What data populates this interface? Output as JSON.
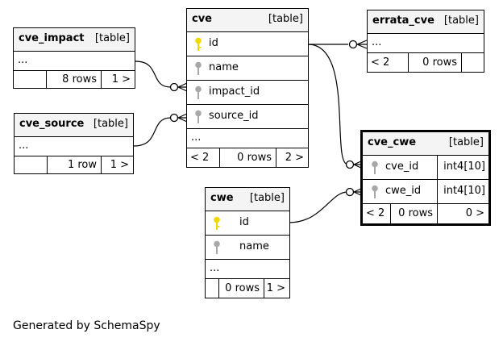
{
  "caption": "Generated by SchemaSpy",
  "tables": {
    "cve_impact": {
      "name": "cve_impact",
      "kind": "[table]",
      "rows": [
        "..."
      ],
      "footer": [
        "",
        "8 rows",
        "1 >"
      ]
    },
    "cve_source": {
      "name": "cve_source",
      "kind": "[table]",
      "rows": [
        "..."
      ],
      "footer": [
        "",
        "1 row",
        "1 >"
      ]
    },
    "cve": {
      "name": "cve",
      "kind": "[table]",
      "columns": [
        "id",
        "name",
        "impact_id",
        "source_id"
      ],
      "ellipsis": "...",
      "footer": [
        "< 2",
        "0 rows",
        "2 >"
      ]
    },
    "errata_cve": {
      "name": "errata_cve",
      "kind": "[table]",
      "rows": [
        "..."
      ],
      "footer": [
        "< 2",
        "0 rows",
        ""
      ]
    },
    "cve_cwe": {
      "name": "cve_cwe",
      "kind": "[table]",
      "columns": [
        {
          "name": "cve_id",
          "type": "int4[10]"
        },
        {
          "name": "cwe_id",
          "type": "int4[10]"
        }
      ],
      "footer": [
        "< 2",
        "0 rows",
        "0 >"
      ]
    },
    "cwe": {
      "name": "cwe",
      "kind": "[table]",
      "columns": [
        "id",
        "name"
      ],
      "ellipsis": "...",
      "footer": [
        "",
        "0 rows",
        "1 >"
      ]
    }
  },
  "icons": {
    "primary_key": "key-icon-gold",
    "column": "key-icon-gray"
  },
  "colors": {
    "header": "#f4f4f4",
    "primary_key": "#f0d800",
    "column_key": "#a8a8a8",
    "lines": "#000000"
  }
}
